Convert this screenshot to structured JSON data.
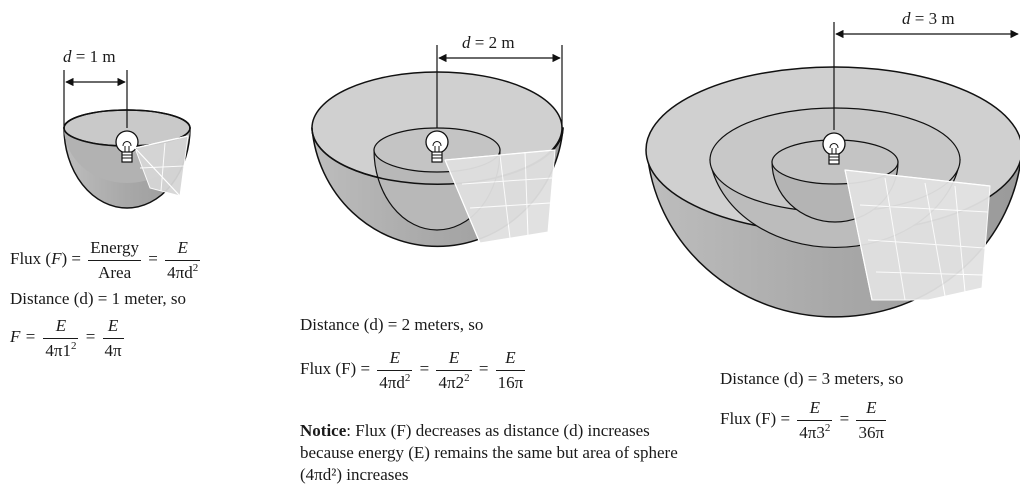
{
  "labels": {
    "d1": "= 1 m",
    "d2": "= 2 m",
    "d3": "= 3 m",
    "d_symbol": "d"
  },
  "panel1": {
    "flux_prefix": "Flux (",
    "flux_var": "F",
    "flux_suffix": ") =",
    "energy_word": "Energy",
    "area_word": "Area",
    "frac_num": "E",
    "frac_den": "4πd",
    "distance_line": "Distance (d) = 1 meter, so",
    "result_lhs": "F =",
    "result_num1": "E",
    "result_den1": "4π1",
    "result_num2": "E",
    "result_den2": "4π"
  },
  "panel2": {
    "distance_line": "Distance (d) = 2 meters, so",
    "flux_label": "Flux (F) =",
    "num1": "E",
    "den1": "4πd",
    "num2": "E",
    "den2": "4π2",
    "num3": "E",
    "den3": "16π",
    "notice_bold": "Notice",
    "notice_text": ": Flux (F) decreases as distance (d) increases because energy (E) remains the same but area of sphere (4πd²) increases"
  },
  "panel3": {
    "distance_line": "Distance (d) = 3 meters, so",
    "flux_label": "Flux (F) =",
    "num1": "E",
    "den1": "4π3",
    "num2": "E",
    "den2": "36π"
  },
  "colors": {
    "sphere_outer": "#a9a9a9",
    "sphere_inner": "#cfcfcf",
    "rim_top": "#d8d8d8",
    "line": "#111111"
  }
}
